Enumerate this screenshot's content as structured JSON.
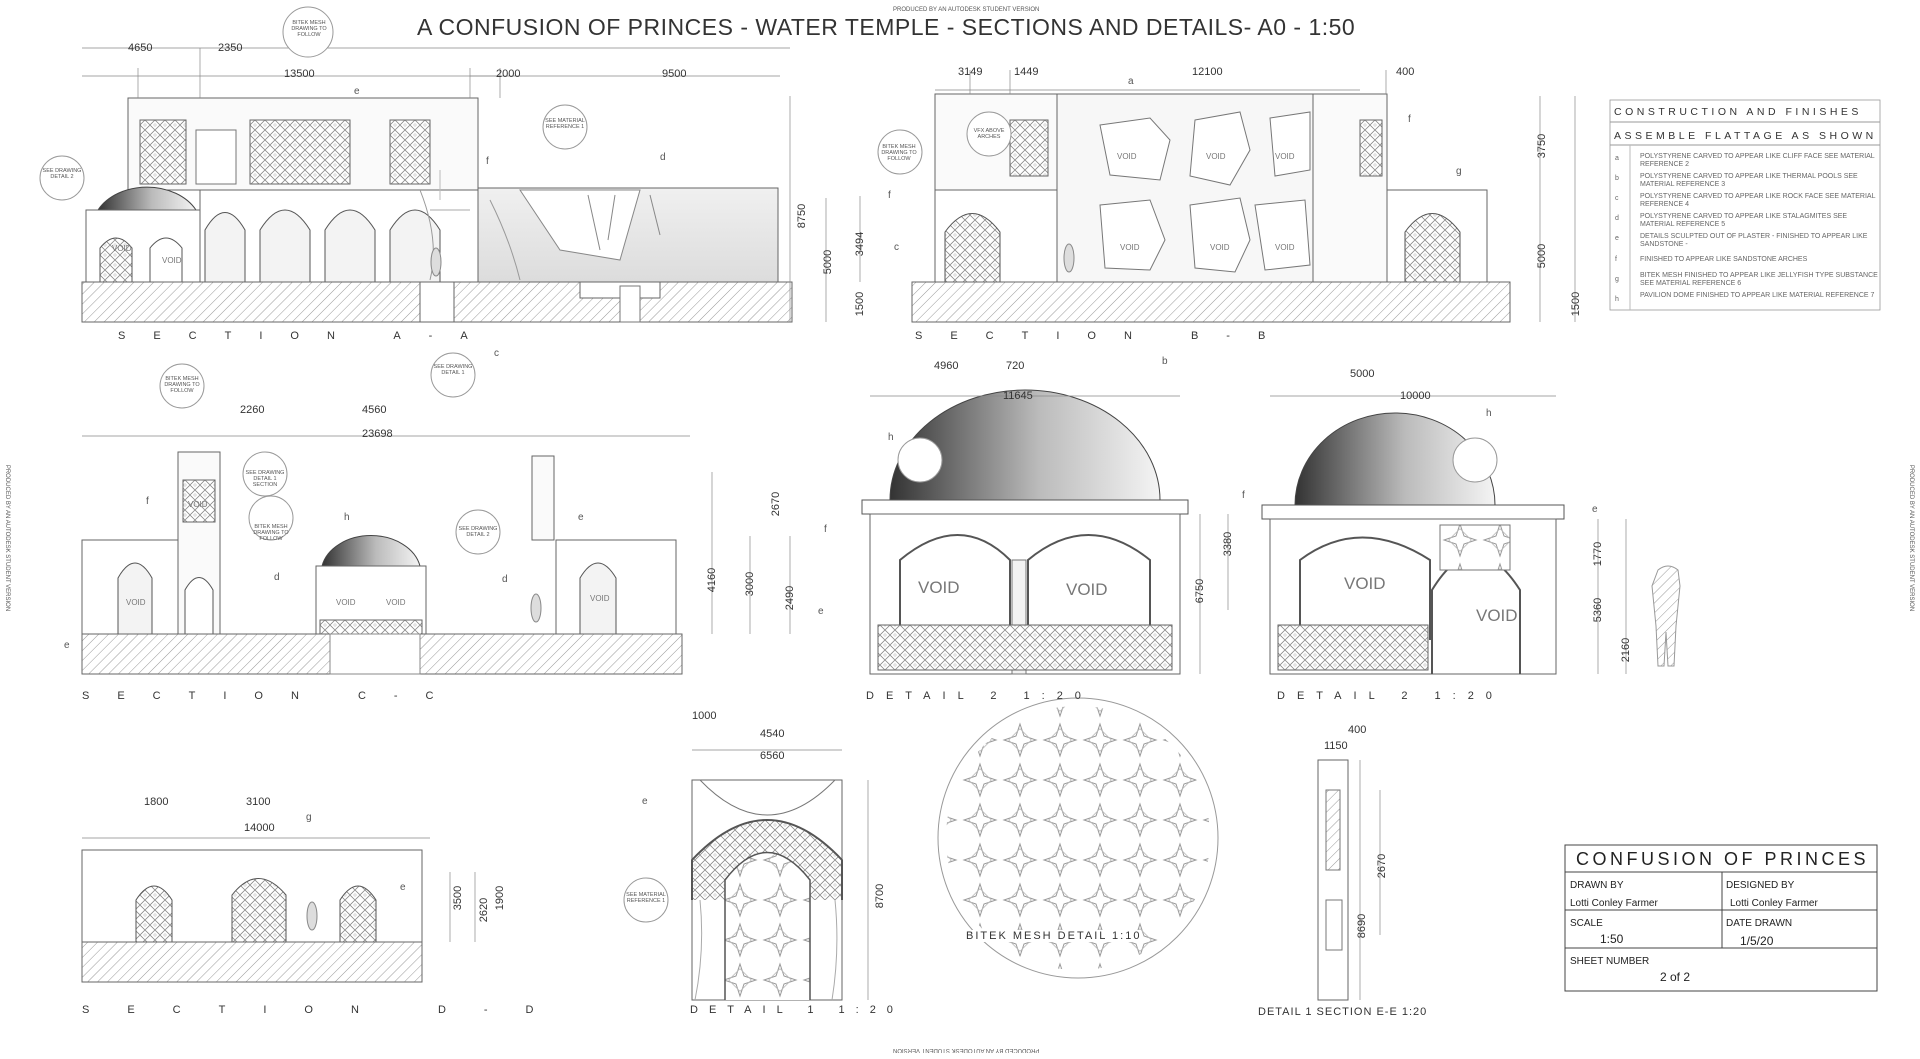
{
  "header": {
    "title": "A CONFUSION OF PRINCES - WATER TEMPLE - SECTIONS AND DETAILS- A0 - 1:50",
    "watermark": "PRODUCED BY AN AUTODESK STUDENT VERSION"
  },
  "sections": {
    "a": {
      "label": "SECTION A-A",
      "dims": [
        "4650",
        "2350",
        "13500",
        "2000",
        "9500",
        "8750",
        "5000",
        "3494",
        "1500"
      ],
      "notes": {
        "bitek_top": "BITEK MESH DRAWING TO FOLLOW",
        "see_detail2": "SEE DRAWING DETAIL 2",
        "see_material1": "SEE MATERIAL REFERENCE 1",
        "bitek_bottom": "BITEK MESH DRAWING TO FOLLOW",
        "see_detail1": "SEE DRAWING DETAIL 1"
      },
      "voids": [
        "VOID",
        "VOID"
      ],
      "tags": [
        "e",
        "f",
        "d",
        "c"
      ]
    },
    "b": {
      "label": "SECTION B-B",
      "dims": [
        "3149",
        "1449",
        "12100",
        "400",
        "3750",
        "5000",
        "1500"
      ],
      "notes": {
        "bitek": "BITEK MESH DRAWING TO FOLLOW",
        "vfx": "VFX ABOVE ARCHES"
      },
      "voids": [
        "VOID",
        "VOID",
        "VOID",
        "VOID",
        "VOID",
        "VOID"
      ],
      "tags": [
        "a",
        "f",
        "g",
        "f",
        "c",
        "b"
      ]
    },
    "c": {
      "label": "SECTION C-C",
      "dims": [
        "2260",
        "4560",
        "23698",
        "2670",
        "4160",
        "3000",
        "2490"
      ],
      "notes": {
        "see_detail1": "SEE DRAWING DETAIL 1 SECTION",
        "bitek": "BITEK MESH DRAWING TO FOLLOW",
        "see_detail2": "SEE DRAWING DETAIL 2"
      },
      "voids": [
        "VOID",
        "VOID",
        "VOID",
        "VOID",
        "VOID"
      ],
      "tags": [
        "f",
        "h",
        "d",
        "e",
        "d",
        "e"
      ]
    },
    "d": {
      "label": "SECTION D-D",
      "dims": [
        "1800",
        "3100",
        "14000",
        "3500",
        "2620",
        "1900"
      ],
      "tags": [
        "g",
        "e"
      ]
    }
  },
  "details": {
    "d2a": {
      "label": "DETAIL 2 1:20",
      "dims": [
        "4960",
        "720",
        "11645",
        "6750",
        "3380"
      ],
      "voids": [
        "VOID",
        "VOID"
      ],
      "tags": [
        "h",
        "f",
        "e"
      ]
    },
    "d2b": {
      "label": "DETAIL 2 1:20",
      "dims": [
        "5000",
        "10000",
        "1770",
        "5360",
        "2160"
      ],
      "voids": [
        "VOID",
        "VOID"
      ],
      "tags": [
        "h",
        "f",
        "e"
      ]
    },
    "d1": {
      "label": "DETAIL 1 1:20",
      "dims": [
        "1000",
        "4540",
        "6560",
        "8700"
      ],
      "notes": {
        "see_material1": "SEE MATERIAL REFERENCE 1"
      },
      "tags": [
        "e"
      ]
    },
    "mesh": {
      "label": "BITEK MESH DETAIL 1:10"
    },
    "e1": {
      "label": "DETAIL 1 SECTION E-E 1:20",
      "dims": [
        "400",
        "1150",
        "2670",
        "8690"
      ]
    }
  },
  "key": {
    "heading1": "CONSTRUCTION AND FINISHES",
    "heading2": "ASSEMBLE FLATTAGE AS SHOWN",
    "rows": [
      {
        "code": "a",
        "text": "POLYSTYRENE CARVED TO APPEAR LIKE CLIFF FACE SEE MATERIAL REFERENCE 2"
      },
      {
        "code": "b",
        "text": "POLYSTYRENE CARVED TO APPEAR LIKE THERMAL POOLS SEE MATERIAL REFERENCE 3"
      },
      {
        "code": "c",
        "text": "POLYSTYRENE CARVED TO APPEAR LIKE ROCK FACE SEE MATERIAL REFERENCE 4"
      },
      {
        "code": "d",
        "text": "POLYSTYRENE CARVED TO APPEAR LIKE STALAGMITES SEE MATERIAL REFERENCE 5"
      },
      {
        "code": "e",
        "text": "DETAILS SCULPTED OUT OF PLASTER - FINISHED TO APPEAR LIKE SANDSTONE -"
      },
      {
        "code": "f",
        "text": "FINISHED TO APPEAR LIKE SANDSTONE ARCHES"
      },
      {
        "code": "g",
        "text": "BITEK MESH FINISHED TO APPEAR LIKE JELLYFISH TYPE SUBSTANCE SEE MATERIAL REFERENCE 6"
      },
      {
        "code": "h",
        "text": "PAVILION DOME FINISHED TO APPEAR LIKE MATERIAL REFERENCE 7"
      }
    ]
  },
  "title_block": {
    "project": "CONFUSION OF PRINCES",
    "drawn_by_label": "DRAWN BY",
    "drawn_by": "Lotti Conley Farmer",
    "designed_by_label": "DESIGNED BY",
    "designed_by": "Lotti Conley Farmer",
    "scale_label": "SCALE",
    "scale": "1:50",
    "date_label": "DATE DRAWN",
    "date": "1/5/20",
    "sheet_label": "SHEET NUMBER",
    "sheet": "2 of 2"
  }
}
